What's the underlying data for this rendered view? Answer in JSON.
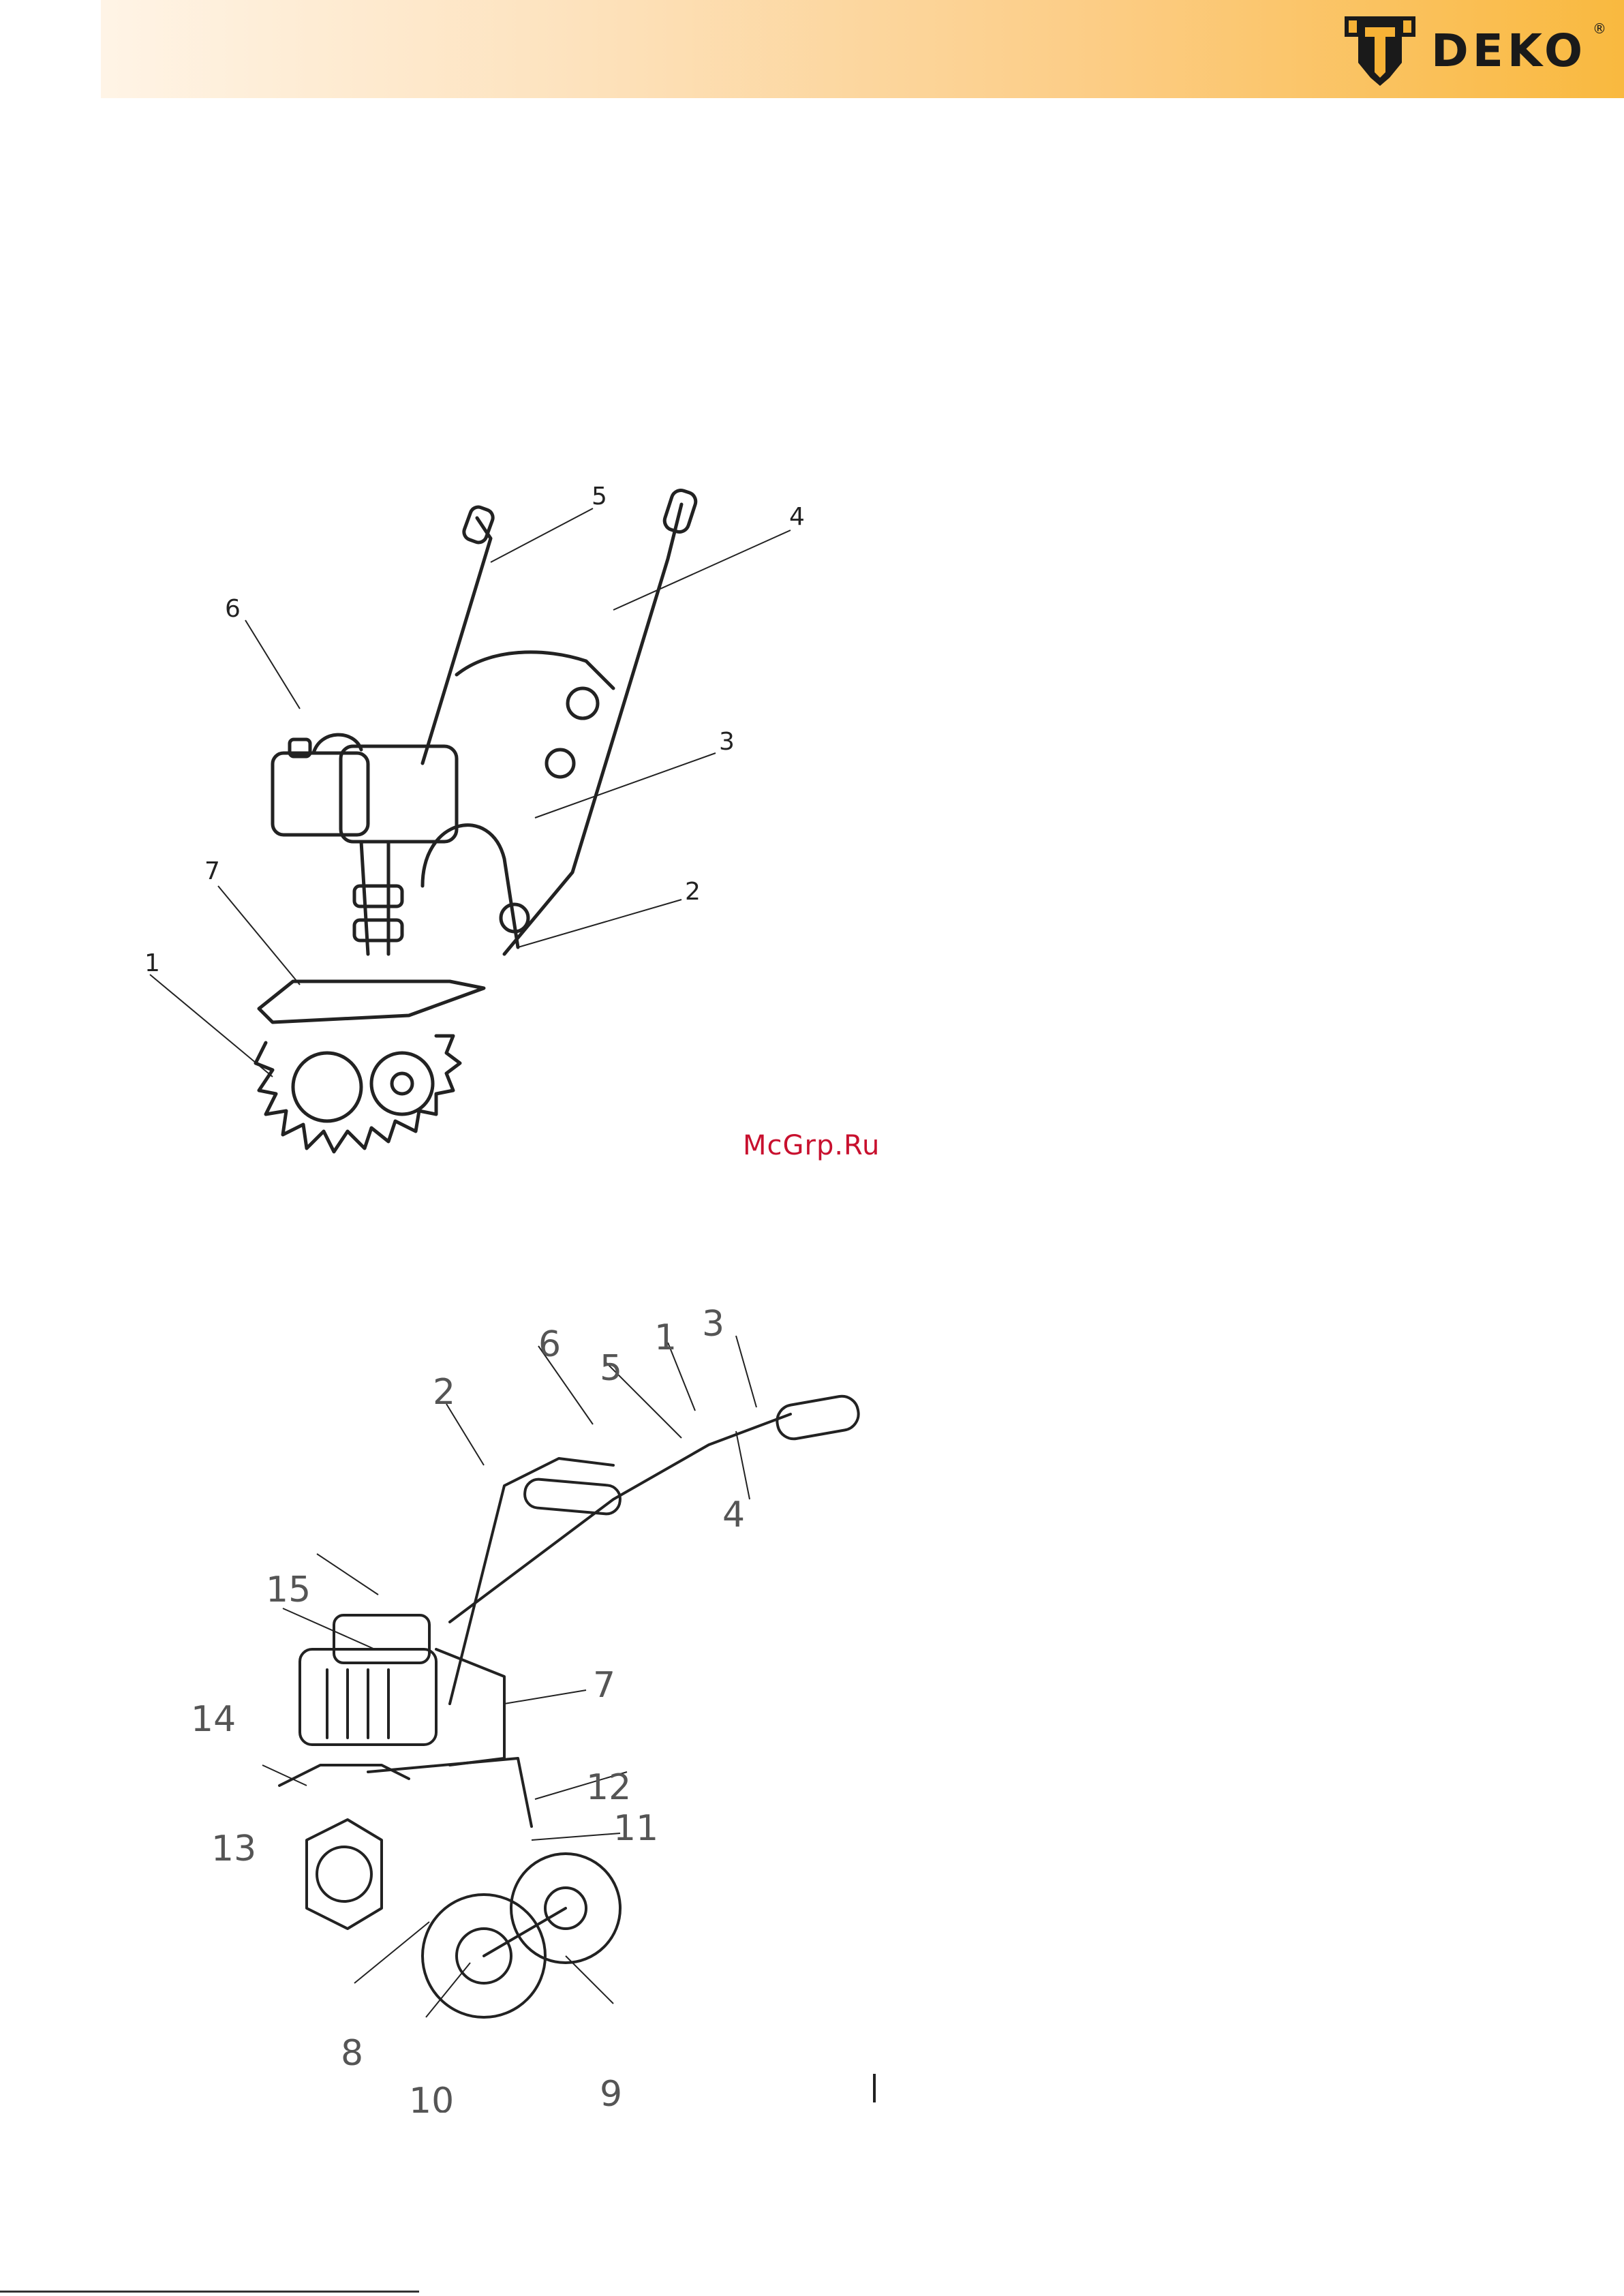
{
  "header": {
    "brand": "DEKO",
    "registered_mark": "®",
    "accent_color": "#f9b93f"
  },
  "figure_1": {
    "callouts": [
      "1",
      "2",
      "3",
      "4",
      "5",
      "6",
      "7"
    ]
  },
  "figure_2": {
    "callouts": [
      "1",
      "2",
      "3",
      "4",
      "5",
      "6",
      "7",
      "8",
      "9",
      "10",
      "11",
      "12",
      "13",
      "14",
      "15"
    ]
  },
  "watermark": "McGrp.Ru"
}
